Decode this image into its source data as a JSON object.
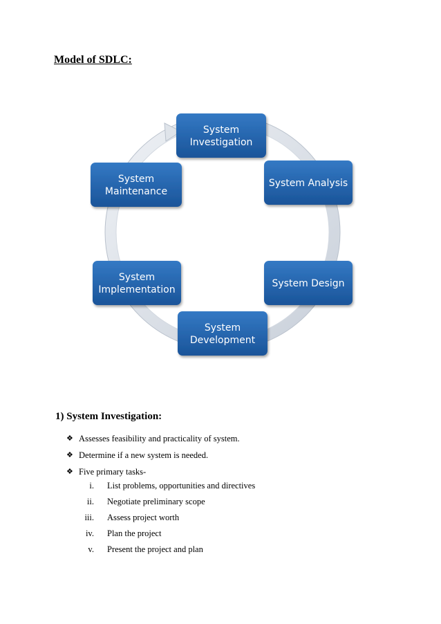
{
  "heading": "Model of SDLC:",
  "diagram": {
    "nodes": [
      {
        "id": "investigation",
        "lines": [
          "System",
          "Investigation"
        ]
      },
      {
        "id": "analysis",
        "lines": [
          "System Analysis"
        ]
      },
      {
        "id": "design",
        "lines": [
          "System Design"
        ]
      },
      {
        "id": "development",
        "lines": [
          "System",
          "Development"
        ]
      },
      {
        "id": "implementation",
        "lines": [
          "System",
          "Implementation"
        ]
      },
      {
        "id": "maintenance",
        "lines": [
          "System",
          "Maintenance"
        ]
      }
    ],
    "colors": {
      "box_fill": "#1f5fa8",
      "box_top": "#2e75c0",
      "ring": "#dde2ea"
    }
  },
  "section": {
    "title": "1) System Investigation:",
    "bullets": [
      "Assesses feasibility and practicality of system.",
      "Determine if a new system is needed.",
      "Five primary tasks-"
    ],
    "tasks": [
      {
        "num": "i.",
        "text": "List problems, opportunities and directives"
      },
      {
        "num": "ii.",
        "text": "Negotiate preliminary scope"
      },
      {
        "num": "iii.",
        "text": "Assess project worth"
      },
      {
        "num": "iv.",
        "text": "Plan the project"
      },
      {
        "num": "v.",
        "text": "Present the project and plan"
      }
    ]
  }
}
